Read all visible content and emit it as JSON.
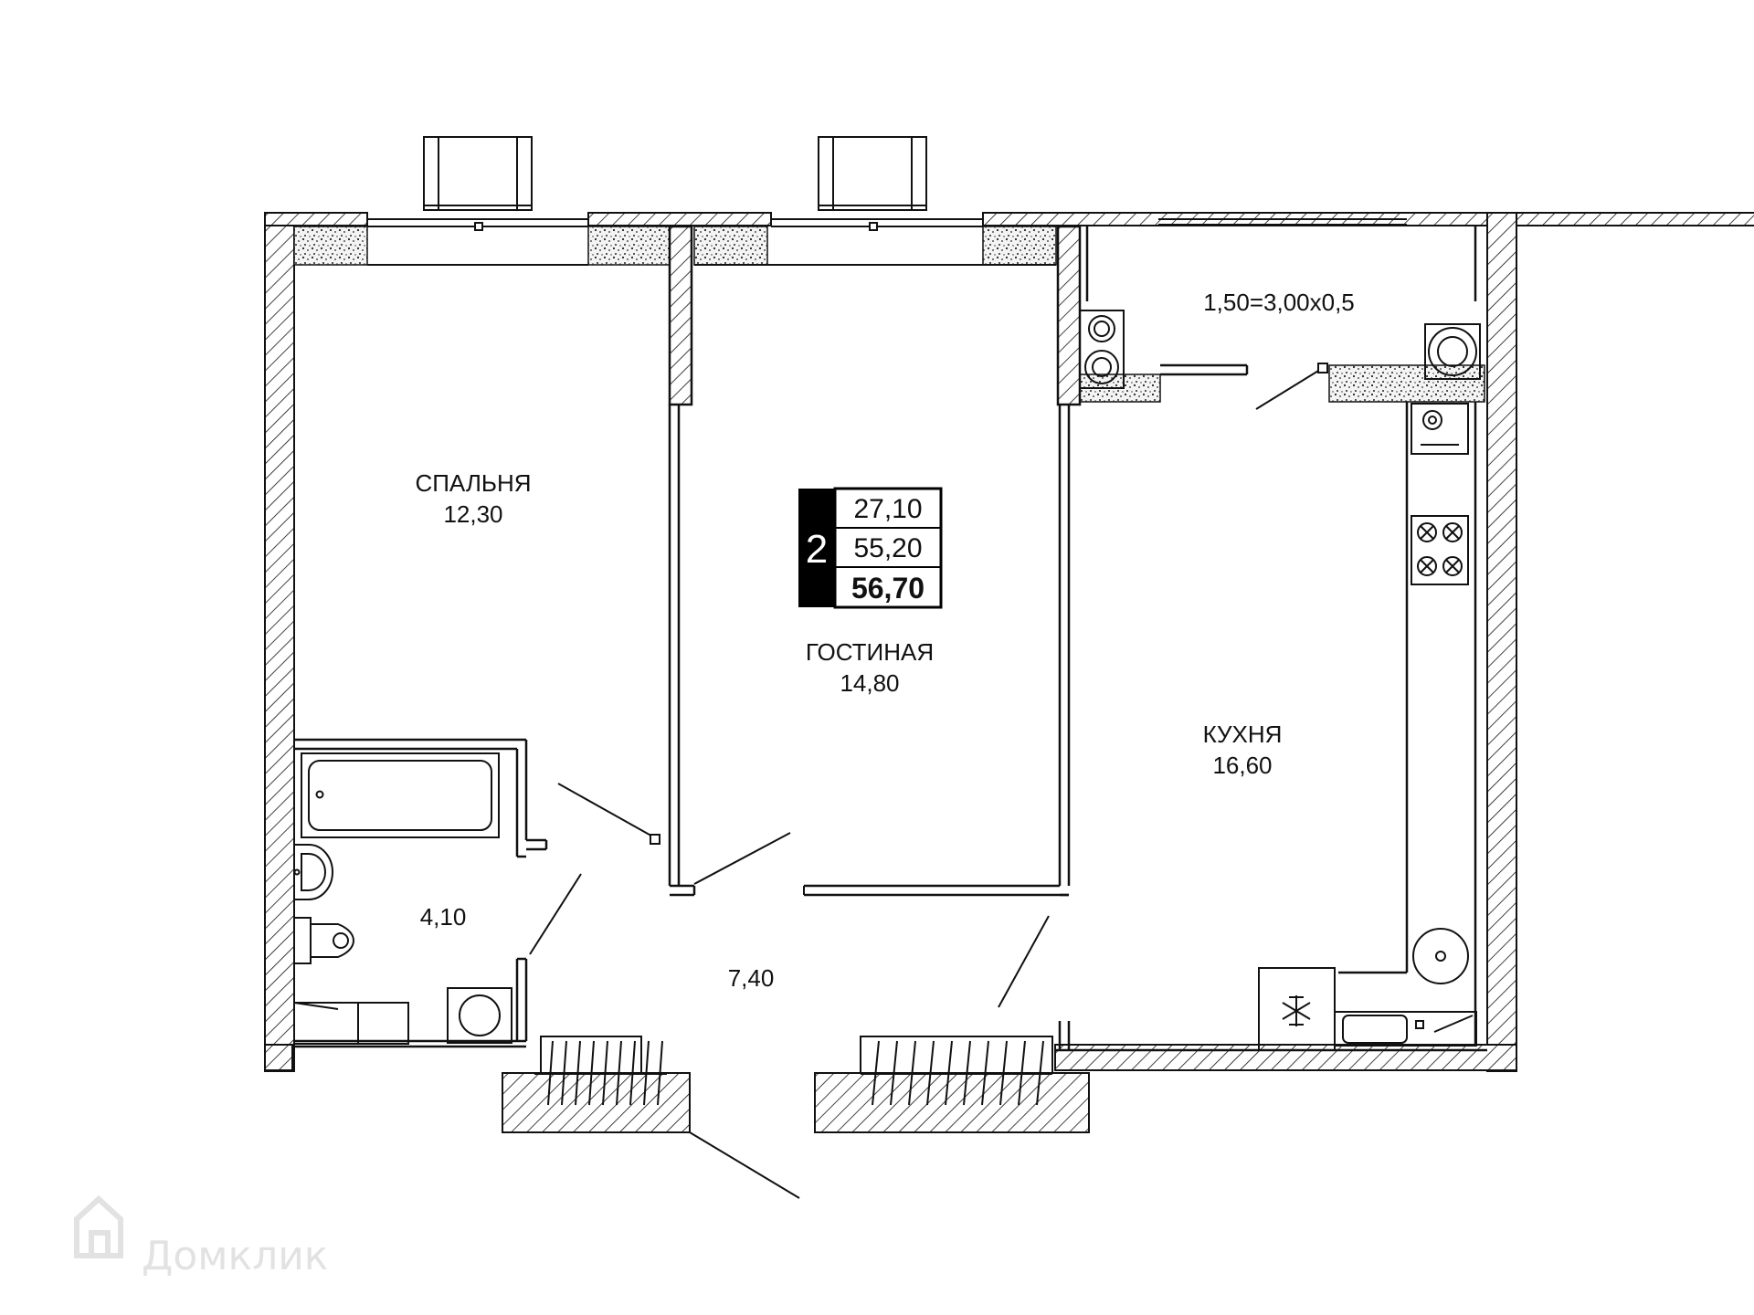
{
  "colors": {
    "line": "#111111",
    "wall_hatch": "#111111",
    "badge_black": "#000000",
    "watermark": "#e2e2e2",
    "background": "#ffffff"
  },
  "rooms": {
    "bedroom": {
      "name": "СПАЛЬНЯ",
      "area": "12,30"
    },
    "living": {
      "name": "ГОСТИНАЯ",
      "area": "14,80"
    },
    "kitchen": {
      "name": "КУХНЯ",
      "area": "16,60"
    },
    "bathroom": {
      "area": "4,10"
    },
    "hall": {
      "area": "7,40"
    },
    "balcony": {
      "area": "1,50=3,00x0,5"
    }
  },
  "summary": {
    "rooms_count": "2",
    "living_area": "27,10",
    "total_area": "55,20",
    "total_with_balcony": "56,70"
  },
  "watermark": {
    "text": "Домклик",
    "icon": "house-logo-icon"
  }
}
